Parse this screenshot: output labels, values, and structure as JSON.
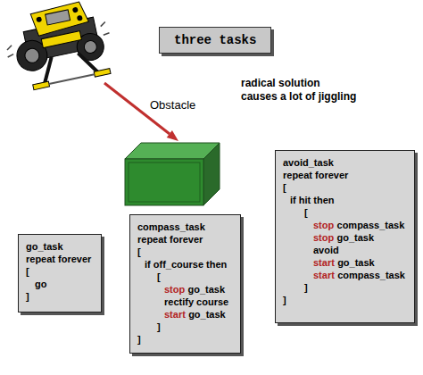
{
  "diagram": {
    "title": "three tasks",
    "nodes": [
      {
        "text": [
          "go_task",
          "repeat forever",
          "[",
          "go",
          "]"
        ]
      },
      {
        "text": [
          "compass_task",
          "repeat forever",
          "[",
          "if off_course then",
          "[",
          "stop",
          "go_task",
          "rectify course",
          "start",
          "go_task",
          "]",
          "]"
        ]
      },
      {
        "text": [
          "avoid_task",
          "repeat forever",
          "[",
          "if hit then",
          "[",
          "stop",
          "compass_task",
          "stop",
          "go_task",
          "avoid",
          "start",
          "go_task",
          "start",
          "compass_task",
          "]",
          "]"
        ]
      }
    ],
    "labels": [
      "Obstacle",
      "radical solution causes a lot of jiggling"
    ]
  }
}
